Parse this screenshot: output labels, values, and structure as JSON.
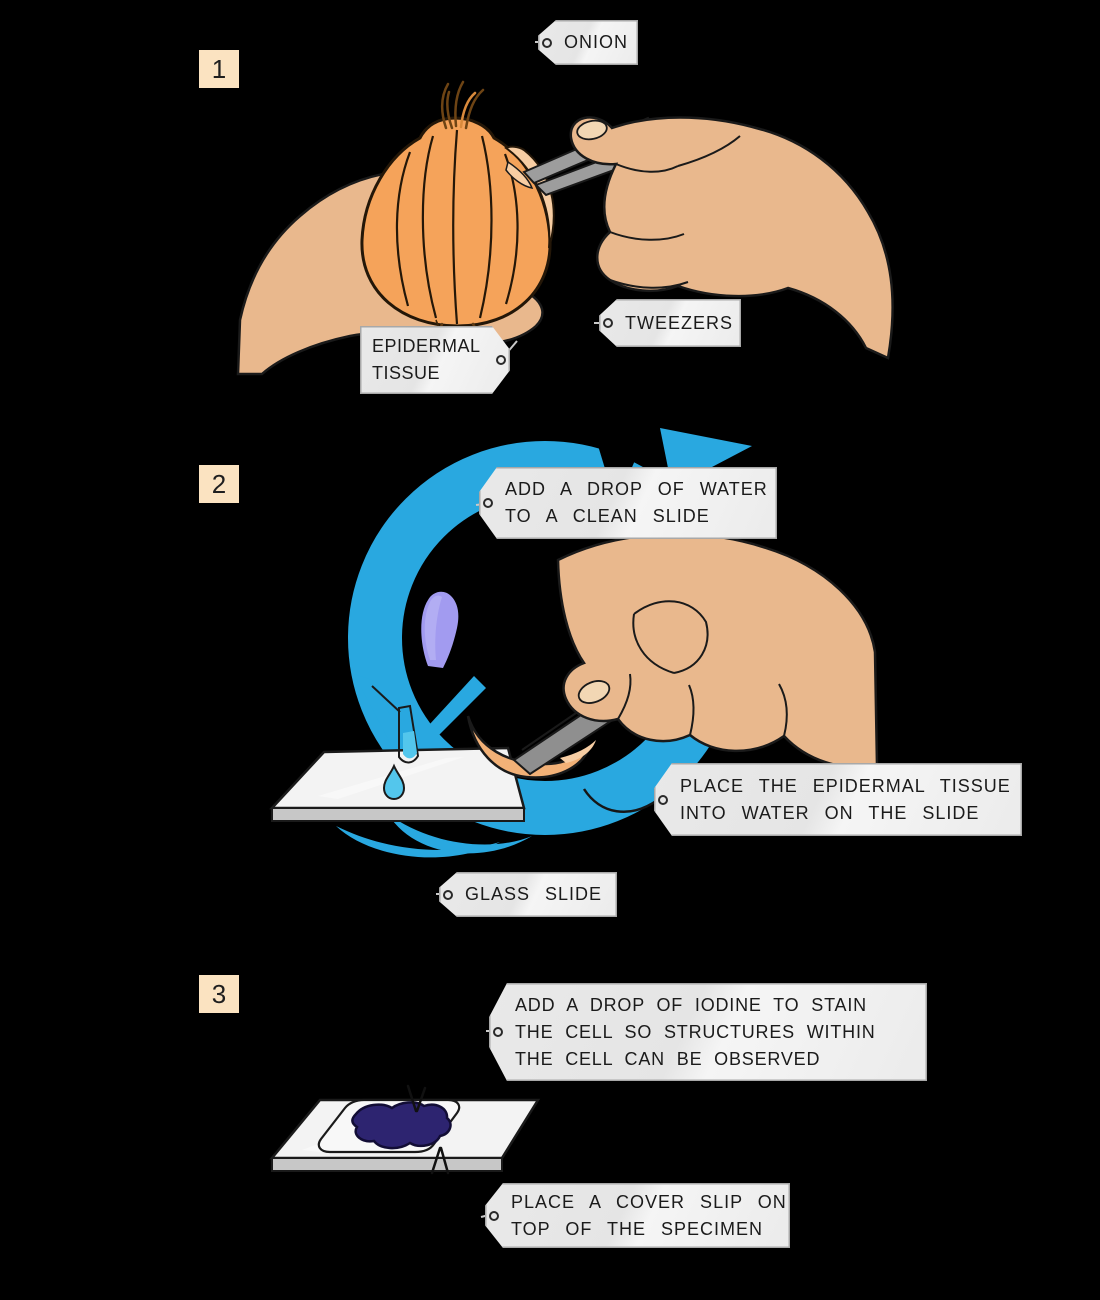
{
  "colors": {
    "background": "#000000",
    "badge_bg": "#fbe3c1",
    "badge_text": "#1f1f1f",
    "tag_bg": "#ebebeb",
    "tag_text": "#1b1b1b",
    "arrow_blue": "#29a8e0",
    "onion_orange": "#f5a35a",
    "onion_outline": "#241708",
    "peel_light": "#f7cda3",
    "roots_brown": "#6b4218",
    "skin": "#e9b88d",
    "nail": "#f2d7b4",
    "tweezers_gray": "#9d9d9d",
    "dropper_lavender": "#a29bf0",
    "water_cyan": "#53c6ec",
    "slide_top": "#f3f3f3",
    "slide_side": "#c7c7c7",
    "iodine_navy": "#2d2470",
    "tissue_orange": "#f2b177",
    "outline_dark": "#1a1a1a"
  },
  "steps": [
    {
      "number": "1"
    },
    {
      "number": "2"
    },
    {
      "number": "3"
    }
  ],
  "labels": {
    "onion": {
      "text": "ONION"
    },
    "epidermal_tissue": {
      "lines": [
        "EPIDERMAL",
        "TISSUE"
      ]
    },
    "tweezers": {
      "text": "TWEEZERS"
    },
    "add_water": {
      "lines": [
        "ADD A DROP OF WATER",
        "TO A CLEAN SLIDE"
      ]
    },
    "place_tissue": {
      "lines": [
        "PLACE THE EPIDERMAL TISSUE",
        "INTO WATER ON THE SLIDE"
      ]
    },
    "glass_slide": {
      "text": "GLASS SLIDE"
    },
    "add_iodine": {
      "lines": [
        "ADD A DROP OF IODINE TO STAIN",
        "THE CELL SO STRUCTURES WITHIN",
        "THE CELL CAN BE OBSERVED"
      ]
    },
    "cover_slip": {
      "lines": [
        "PLACE A COVER SLIP ON",
        "TOP OF THE SPECIMEN"
      ]
    }
  }
}
